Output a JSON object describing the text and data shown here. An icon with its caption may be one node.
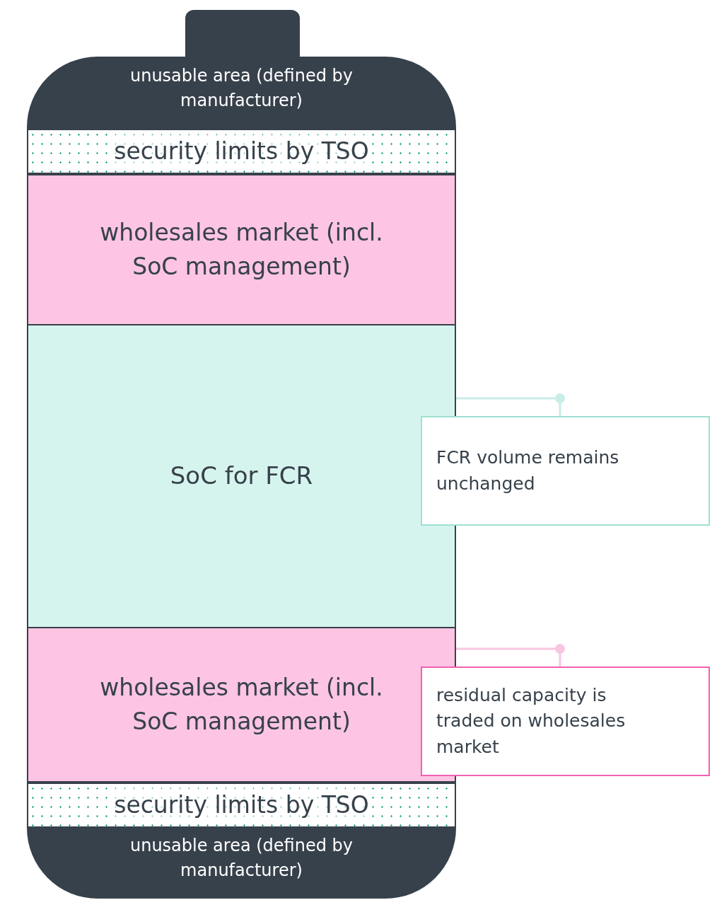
{
  "diagram": {
    "nodes": [
      {
        "text": [],
        "shape": "box"
      },
      {
        "text": [
          "unusable area (defined by manufacturer)"
        ]
      },
      {
        "text": [
          "security limits by TSO"
        ]
      },
      {
        "text": [
          "wholesales market (incl. SoC management)"
        ]
      },
      {
        "text": [
          "SoC for FCR"
        ]
      },
      {
        "text": [
          "wholesales market (incl. SoC management)"
        ]
      },
      {
        "text": [
          "security limits by TSO"
        ]
      },
      {
        "text": [
          "unusable area (defined by manufacturer)"
        ]
      },
      {
        "text": [
          "FCR volume remains unchanged"
        ]
      },
      {
        "text": [
          "residual capacity is traded on wholesales market"
        ]
      }
    ],
    "edges": [
      {
        "from": 4,
        "to": 8,
        "arrow": "none",
        "color": "#c9eee7"
      },
      {
        "from": 5,
        "to": 9,
        "arrow": "none",
        "color": "#f8c6e1"
      }
    ]
  }
}
